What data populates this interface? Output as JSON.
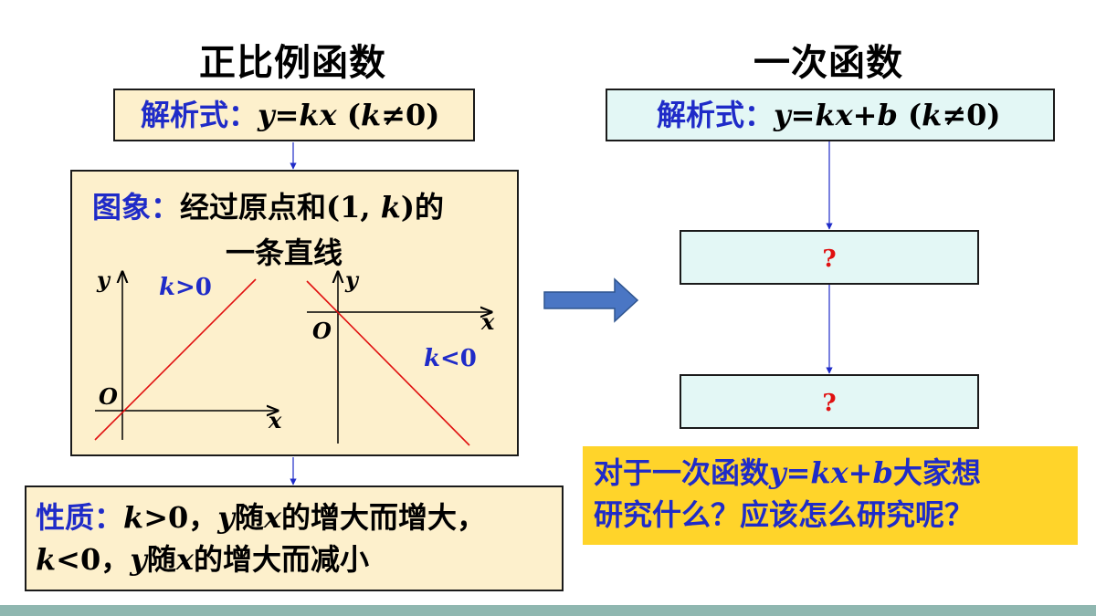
{
  "left_heading": "正比例函数",
  "right_heading": "一次函数",
  "left_formula": {
    "label": "解析式：",
    "expr": "y=kx",
    "cond_open": " (",
    "cond_k": "k",
    "cond_rest": "≠0)"
  },
  "image_box": {
    "label": "图象：",
    "text_line1_pre": "经过原点和(1, ",
    "text_line1_k": "k",
    "text_line1_post": ")的",
    "text_line2": "一条直线"
  },
  "graph_pos": {
    "y_label": "y",
    "x_label": "x",
    "origin_label": "O",
    "k_label": "k",
    "k_cond": ">0"
  },
  "graph_neg": {
    "y_label": "y",
    "x_label": "x",
    "origin_label": "O",
    "k_label": "k",
    "k_cond": "<0"
  },
  "property_box": {
    "label": "性质：",
    "line1": [
      {
        "t": "k",
        "i": true
      },
      {
        "t": ">0，",
        "i": false
      },
      {
        "t": "y",
        "i": true
      },
      {
        "t": "随",
        "i": false
      },
      {
        "t": "x",
        "i": true
      },
      {
        "t": "的增大而增大，",
        "i": false
      }
    ],
    "line2": [
      {
        "t": "k",
        "i": true
      },
      {
        "t": "<0，",
        "i": false
      },
      {
        "t": "y",
        "i": true
      },
      {
        "t": "随",
        "i": false
      },
      {
        "t": "x",
        "i": true
      },
      {
        "t": "的增大而减小",
        "i": false
      }
    ]
  },
  "right_formula": {
    "label": "解析式：",
    "expr": "y=kx+b",
    "cond_open": " (",
    "cond_k": "k",
    "cond_rest": "≠0)"
  },
  "question_boxes": [
    "?",
    "?"
  ],
  "prompt": {
    "line1_pre": "对于一次函数",
    "line1_expr": "y=kx+b",
    "line1_post": "大家想",
    "line2": "研究什么？应该怎么研究呢？"
  },
  "colors": {
    "blue_text": "#1f2bc8",
    "red_line": "#e01010",
    "arrow_blue": "#4a76c4",
    "yellow_box": "#fdf0cc",
    "cyan_box": "#e3f7f5",
    "prompt_bg": "#ffd42a",
    "bottom_bar": "#8fb7b0"
  },
  "icons": [
    "right-arrow-icon",
    "down-arrow-icon"
  ]
}
